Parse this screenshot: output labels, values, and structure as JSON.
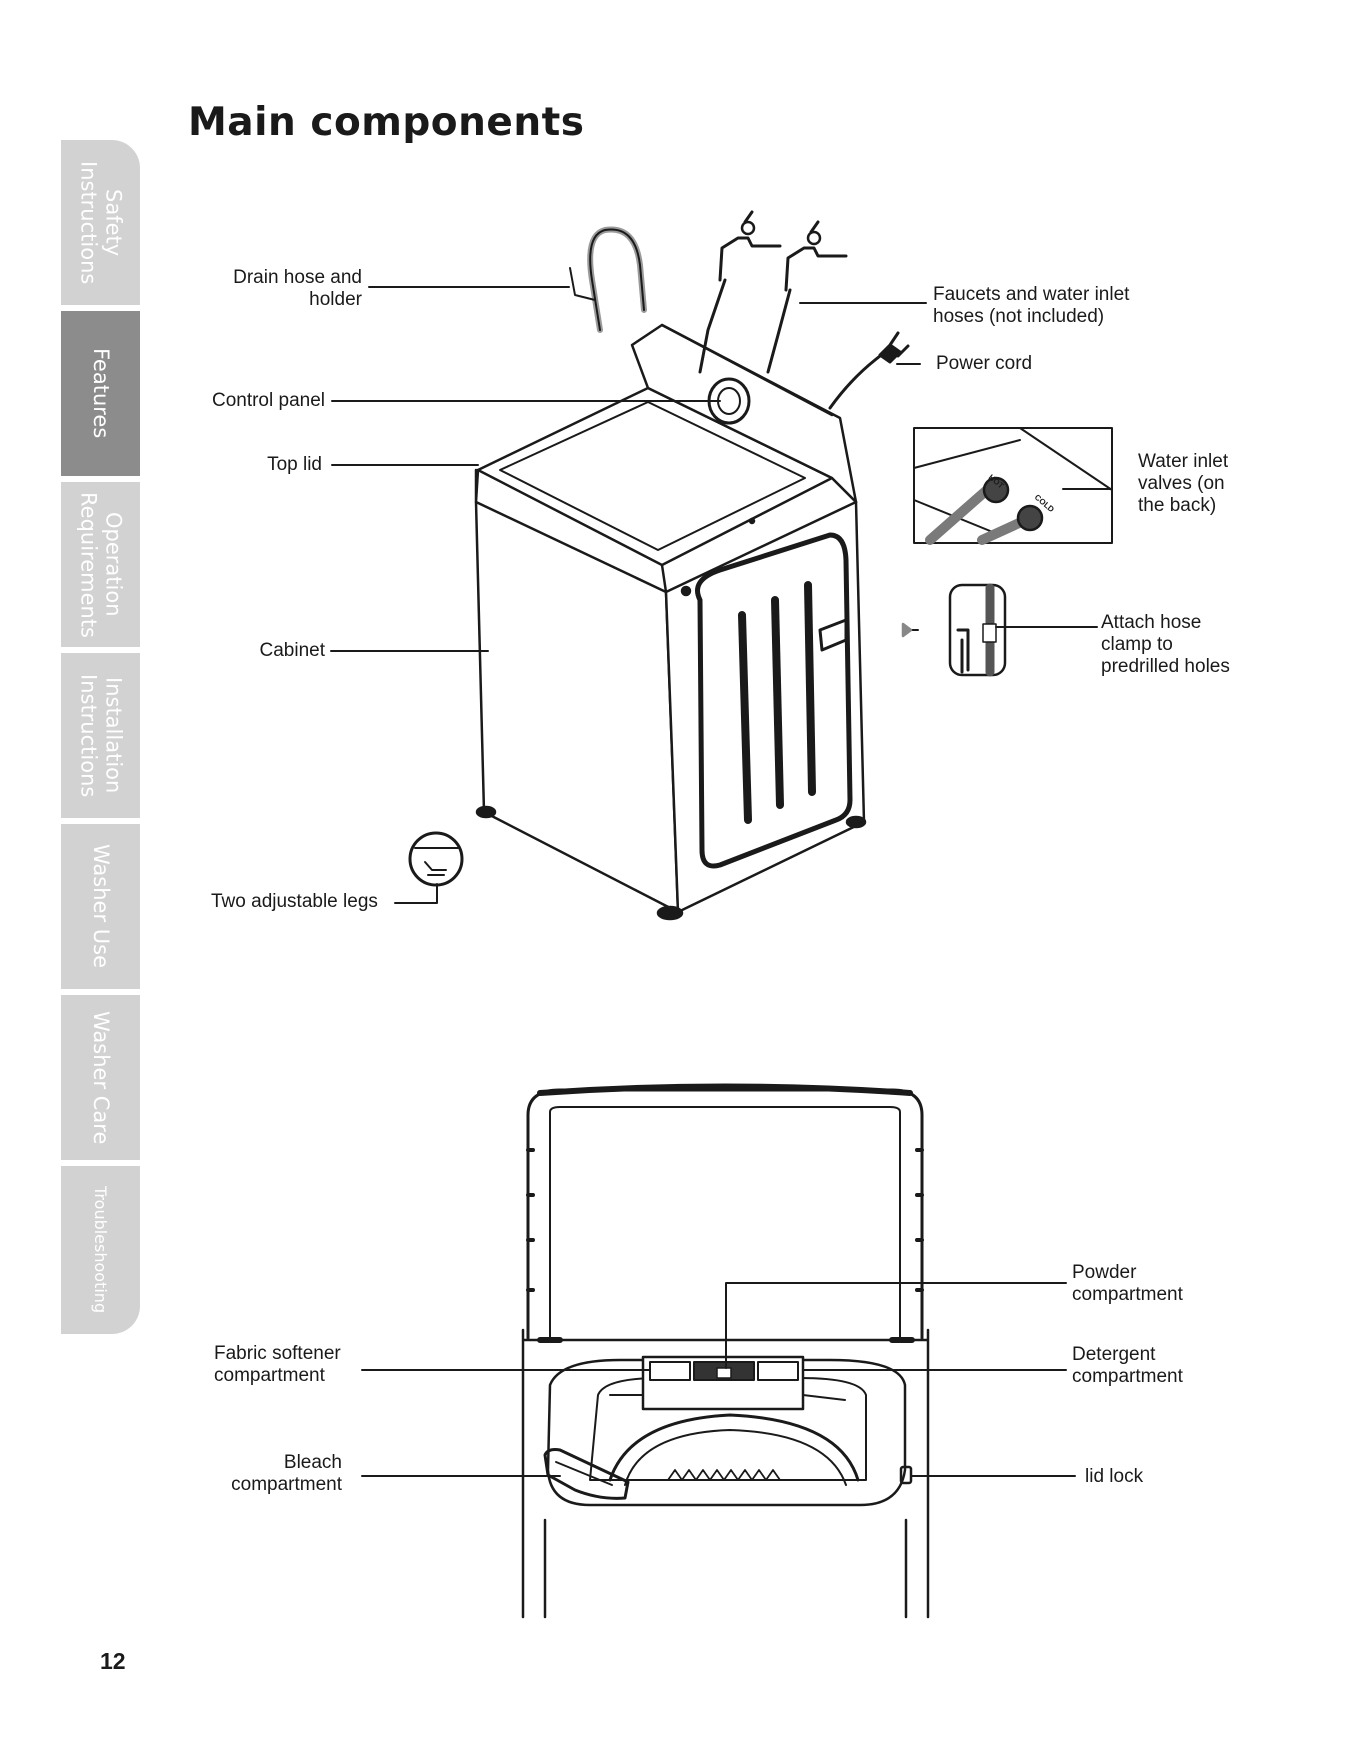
{
  "page": {
    "title": "Main components",
    "page_number": "12"
  },
  "side_tabs": [
    {
      "label": "Safety\nInstructions",
      "active": false
    },
    {
      "label": "Features",
      "active": true
    },
    {
      "label": "Operation\nRequirements",
      "active": false
    },
    {
      "label": "Installation\nInstructions",
      "active": false
    },
    {
      "label": "Washer Use",
      "active": false
    },
    {
      "label": "Washer Care",
      "active": false
    },
    {
      "label": "Troubleshooting",
      "active": false
    }
  ],
  "diagram_top": {
    "labels": {
      "drain_hose": "Drain hose and\nholder",
      "control_panel": "Control panel",
      "top_lid": "Top lid",
      "cabinet": "Cabinet",
      "legs": "Two adjustable legs",
      "faucets": "Faucets and water inlet\nhoses (not included)",
      "power_cord": "Power cord",
      "water_inlet_valves": "Water inlet\nvalves (on\nthe back)",
      "hose_clamp": "Attach hose\nclamp to\npredrilled holes"
    },
    "valve_tags": {
      "hot": "HOT",
      "cold": "COLD"
    }
  },
  "diagram_bottom": {
    "labels": {
      "fabric_softener": "Fabric softener\ncompartment",
      "bleach": "Bleach\ncompartment",
      "powder": "Powder\ncompartment",
      "detergent": "Detergent\ncompartment",
      "lid_lock": "lid lock"
    }
  },
  "colors": {
    "tab_inactive": "#d2d2d2",
    "tab_active": "#8c8c8c",
    "ink": "#1a1a1a"
  }
}
